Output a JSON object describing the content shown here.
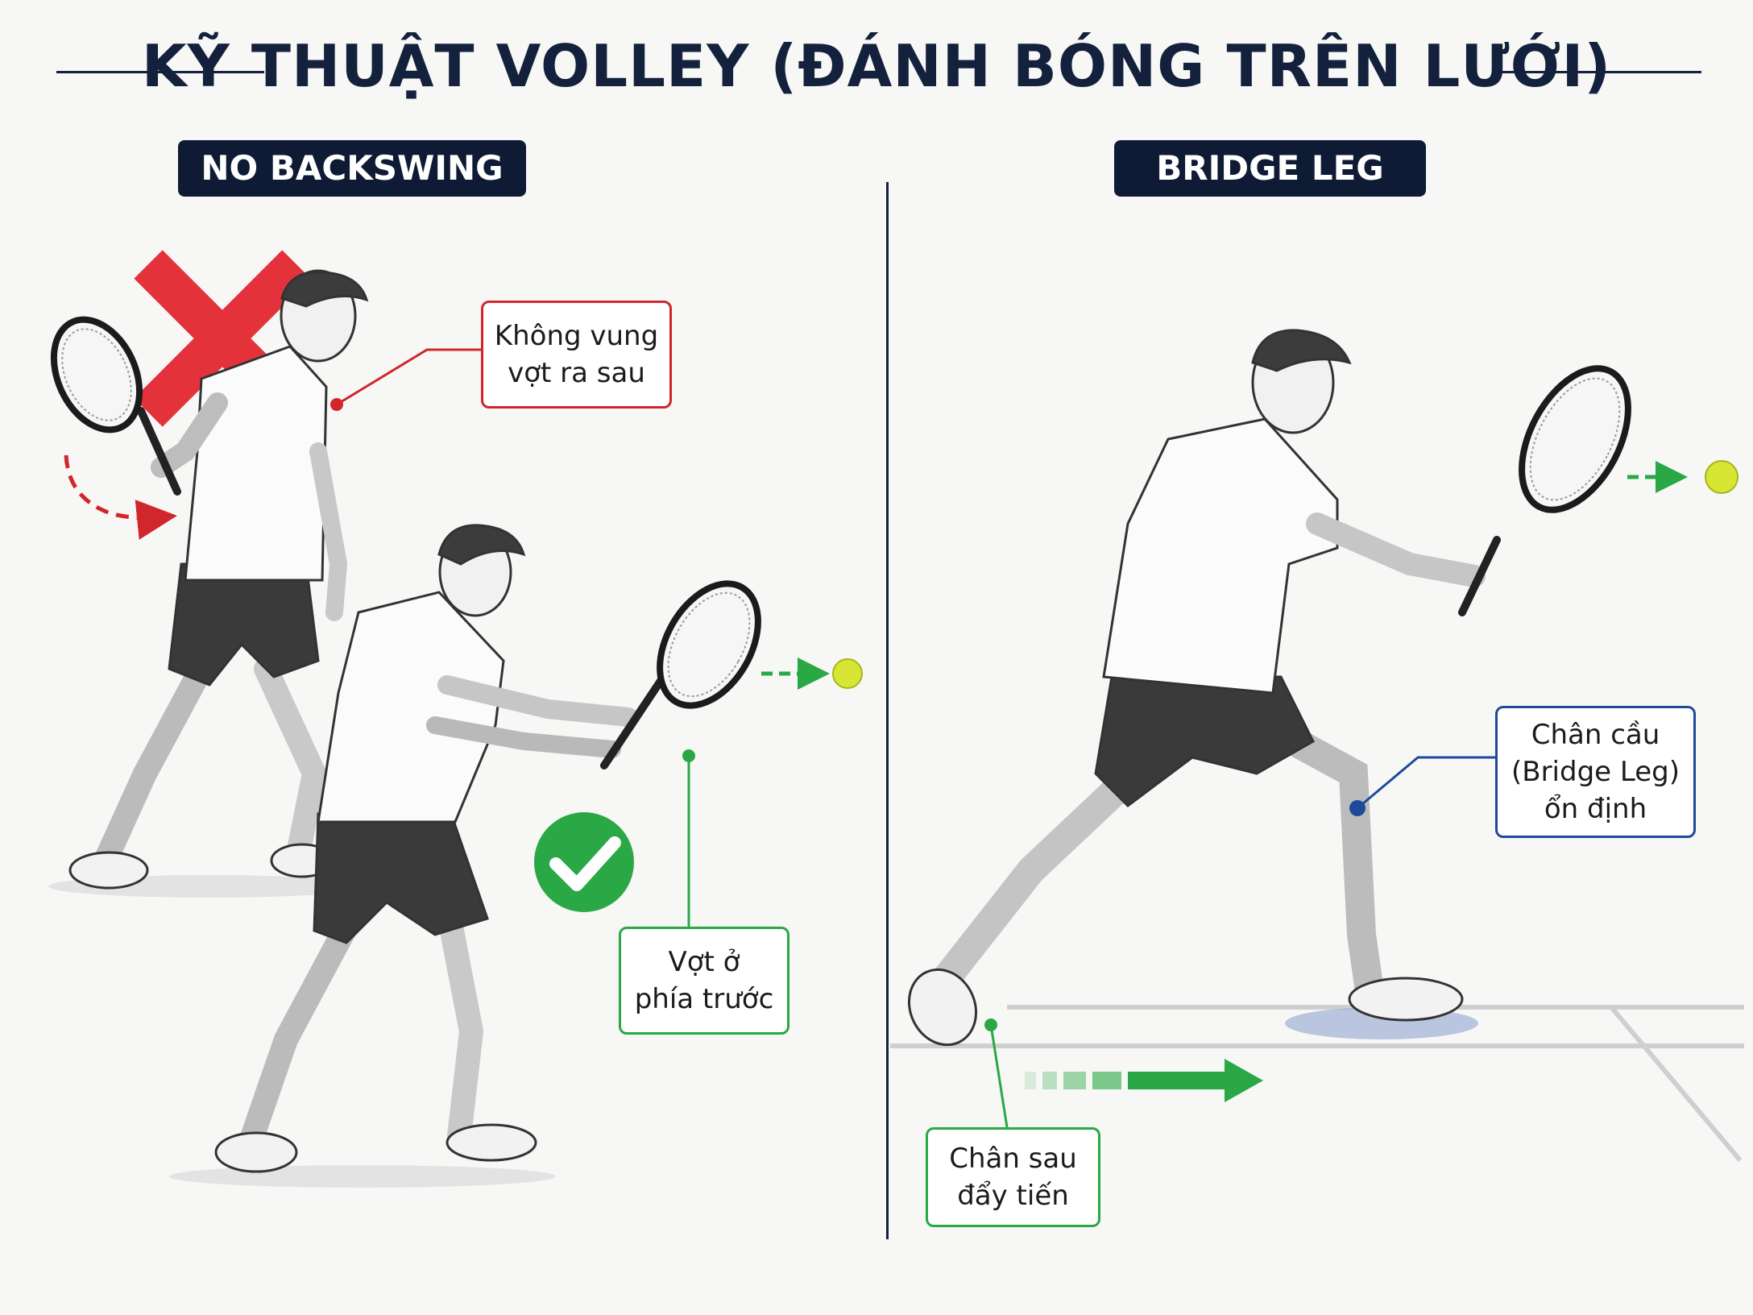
{
  "title": "KỸ THUẬT VOLLEY (ĐÁNH BÓNG TRÊN LƯỚI)",
  "sections": {
    "left": {
      "label": "NO BACKSWING"
    },
    "right": {
      "label": "BRIDGE LEG"
    }
  },
  "callouts": {
    "no_backswing_wrong": {
      "line1": "Không vung",
      "line2": "vợt ra sau"
    },
    "racket_front": {
      "line1": "Vợt ở",
      "line2": "phía trước"
    },
    "bridge_leg": {
      "line1": "Chân cầu",
      "line2": "(Bridge Leg)",
      "line3": "ổn định"
    },
    "back_foot": {
      "line1": "Chân sau",
      "line2": "đẩy tiến"
    }
  },
  "colors": {
    "navy": "#0f1b35",
    "wrong_red": "#d0262c",
    "correct_green": "#2aa845",
    "bridge_blue": "#1f4a9a",
    "ball_yellow": "#d6e632"
  },
  "icons": {
    "wrong": "cross-mark-icon",
    "correct": "check-circle-icon"
  }
}
